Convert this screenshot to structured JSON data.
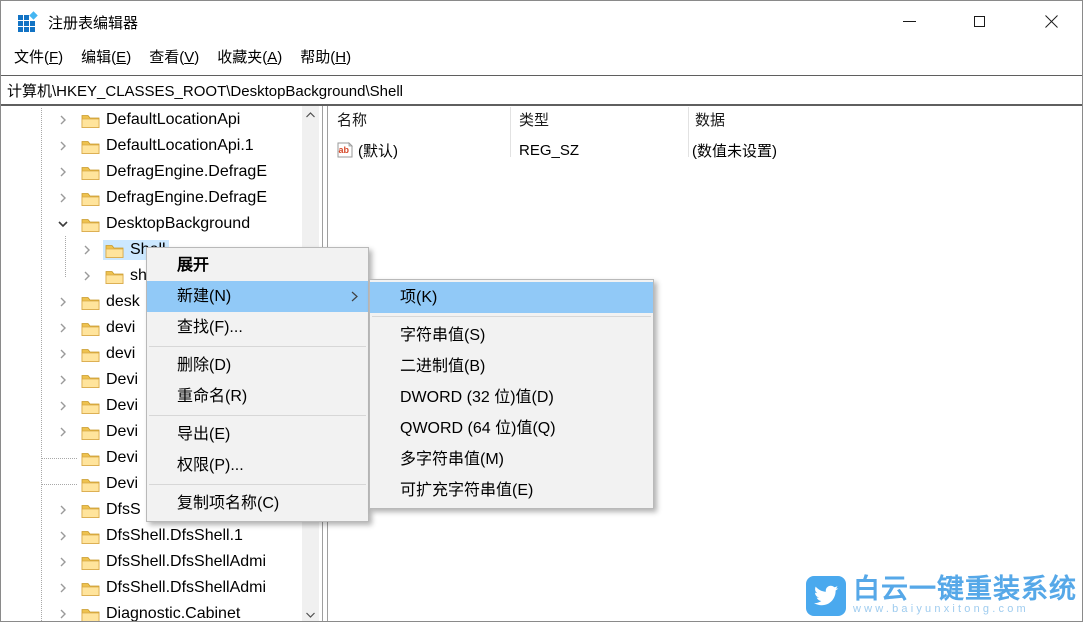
{
  "window": {
    "title": "注册表编辑器"
  },
  "icons": {
    "app": "registry-grid-icon",
    "minimize": "minimize-icon",
    "maximize": "maximize-icon",
    "close": "close-icon",
    "string_value": "ab-string-value-icon",
    "watermark_bird": "bird-logo-icon"
  },
  "menu_bar": [
    {
      "pre": "文件(",
      "key": "F",
      "post": ")"
    },
    {
      "pre": "编辑(",
      "key": "E",
      "post": ")"
    },
    {
      "pre": "查看(",
      "key": "V",
      "post": ")"
    },
    {
      "pre": "收藏夹(",
      "key": "A",
      "post": ")"
    },
    {
      "pre": "帮助(",
      "key": "H",
      "post": ")"
    }
  ],
  "address_bar": {
    "value": "计算机\\HKEY_CLASSES_ROOT\\DesktopBackground\\Shell"
  },
  "tree": {
    "items": [
      {
        "label": "DefaultLocationApi",
        "level": 0,
        "chevron": "right"
      },
      {
        "label": "DefaultLocationApi.1",
        "level": 0,
        "chevron": "right"
      },
      {
        "label": "DefragEngine.DefragE",
        "level": 0,
        "chevron": "right"
      },
      {
        "label": "DefragEngine.DefragE",
        "level": 0,
        "chevron": "right"
      },
      {
        "label": "DesktopBackground",
        "level": 0,
        "chevron": "down"
      },
      {
        "label": "Shell",
        "level": 1,
        "chevron": "right",
        "selected": true
      },
      {
        "label": "sh",
        "level": 1,
        "chevron": "right"
      },
      {
        "label": "desk",
        "level": 0,
        "chevron": "right"
      },
      {
        "label": "devi",
        "level": 0,
        "chevron": "right"
      },
      {
        "label": "devi",
        "level": 0,
        "chevron": "right"
      },
      {
        "label": "Devi",
        "level": 0,
        "chevron": "right"
      },
      {
        "label": "Devi",
        "level": 0,
        "chevron": "right"
      },
      {
        "label": "Devi",
        "level": 0,
        "chevron": "right"
      },
      {
        "label": "Devi",
        "level": 0,
        "chevron": "none"
      },
      {
        "label": "Devi",
        "level": 0,
        "chevron": "none"
      },
      {
        "label": "DfsS",
        "level": 0,
        "chevron": "right"
      },
      {
        "label": "DfsShell.DfsShell.1",
        "level": 0,
        "chevron": "right"
      },
      {
        "label": "DfsShell.DfsShellAdmi",
        "level": 0,
        "chevron": "right"
      },
      {
        "label": "DfsShell.DfsShellAdmi",
        "level": 0,
        "chevron": "right"
      },
      {
        "label": "Diagnostic.Cabinet",
        "level": 0,
        "chevron": "right"
      }
    ]
  },
  "list": {
    "columns": [
      "名称",
      "类型",
      "数据"
    ],
    "rows": [
      {
        "icon": "ab-string-value-icon",
        "name": "(默认)",
        "type": "REG_SZ",
        "data": "(数值未设置)"
      }
    ]
  },
  "context_menu": {
    "items": [
      {
        "label": "展开",
        "bold": true
      },
      {
        "label": "新建(N)",
        "highlighted": true,
        "has_submenu": true
      },
      {
        "label": "查找(F)..."
      },
      {
        "separator": true
      },
      {
        "label": "删除(D)"
      },
      {
        "label": "重命名(R)"
      },
      {
        "separator": true
      },
      {
        "label": "导出(E)"
      },
      {
        "label": "权限(P)..."
      },
      {
        "separator": true
      },
      {
        "label": "复制项名称(C)"
      }
    ]
  },
  "submenu": {
    "items": [
      {
        "label": "项(K)",
        "highlighted": true
      },
      {
        "separator": true
      },
      {
        "label": "字符串值(S)"
      },
      {
        "label": "二进制值(B)"
      },
      {
        "label": "DWORD (32 位)值(D)"
      },
      {
        "label": "QWORD (64 位)值(Q)"
      },
      {
        "label": "多字符串值(M)"
      },
      {
        "label": "可扩充字符串值(E)"
      }
    ]
  },
  "watermark": {
    "brand": "白云一键重装系统",
    "url": "www.baiyunxitong.com"
  },
  "colors": {
    "menu_highlight": "#91c9f7",
    "tree_selection": "#cce8ff",
    "menu_background": "#f2f2f2",
    "folder_fill": "#ffe49c",
    "folder_edge": "#d9a845",
    "watermark_blue": "#4aa9ee",
    "reg_sz_red": "#d6492a",
    "app_icon_blue": "#1273c4"
  }
}
